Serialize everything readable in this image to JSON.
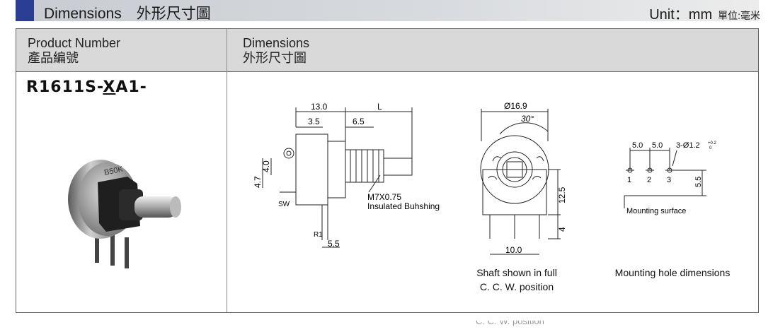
{
  "header": {
    "title": "Dimensions　外形尺寸圖",
    "unit": "Unit：mm",
    "unit_cn": "單位:毫米"
  },
  "table": {
    "col1_header_en": "Product Number",
    "col1_header_cn": "產品編號",
    "col2_header_en": "Dimensions",
    "col2_header_cn": "外形尺寸圖"
  },
  "product": {
    "number_prefix": "R1611S-",
    "number_variable": "X",
    "number_suffix": "A1-",
    "knob_marking": "B50K"
  },
  "side_view": {
    "dim_total": "13.0",
    "dim_L": "L",
    "dim_35": "3.5",
    "dim_65": "6.5",
    "dim_40": "4.0",
    "dim_47": "4.7",
    "label_sw": "SW",
    "label_r1": "R1",
    "dim_55": "5.5",
    "thread": "M7X0.75",
    "bushing": "Insulated Buhshing"
  },
  "front_view": {
    "diameter": "Ø16.9",
    "angle": "30°",
    "dim_125": "12.5",
    "dim_4": "4",
    "dim_10": "10.0",
    "caption_line1": "Shaft shown in full",
    "caption_line2": "C. C. W. position"
  },
  "mounting": {
    "dim_a": "5.0",
    "dim_b": "5.0",
    "holes": "3-Ø1.2",
    "tol_plus": "+0.2",
    "tol_minus": "0",
    "pin1": "1",
    "pin2": "2",
    "pin3": "3",
    "dim_55": "5.5",
    "surface": "Mounting surface",
    "caption": "Mounting hole dimensions"
  },
  "ghost_text": "C. C. W. position"
}
